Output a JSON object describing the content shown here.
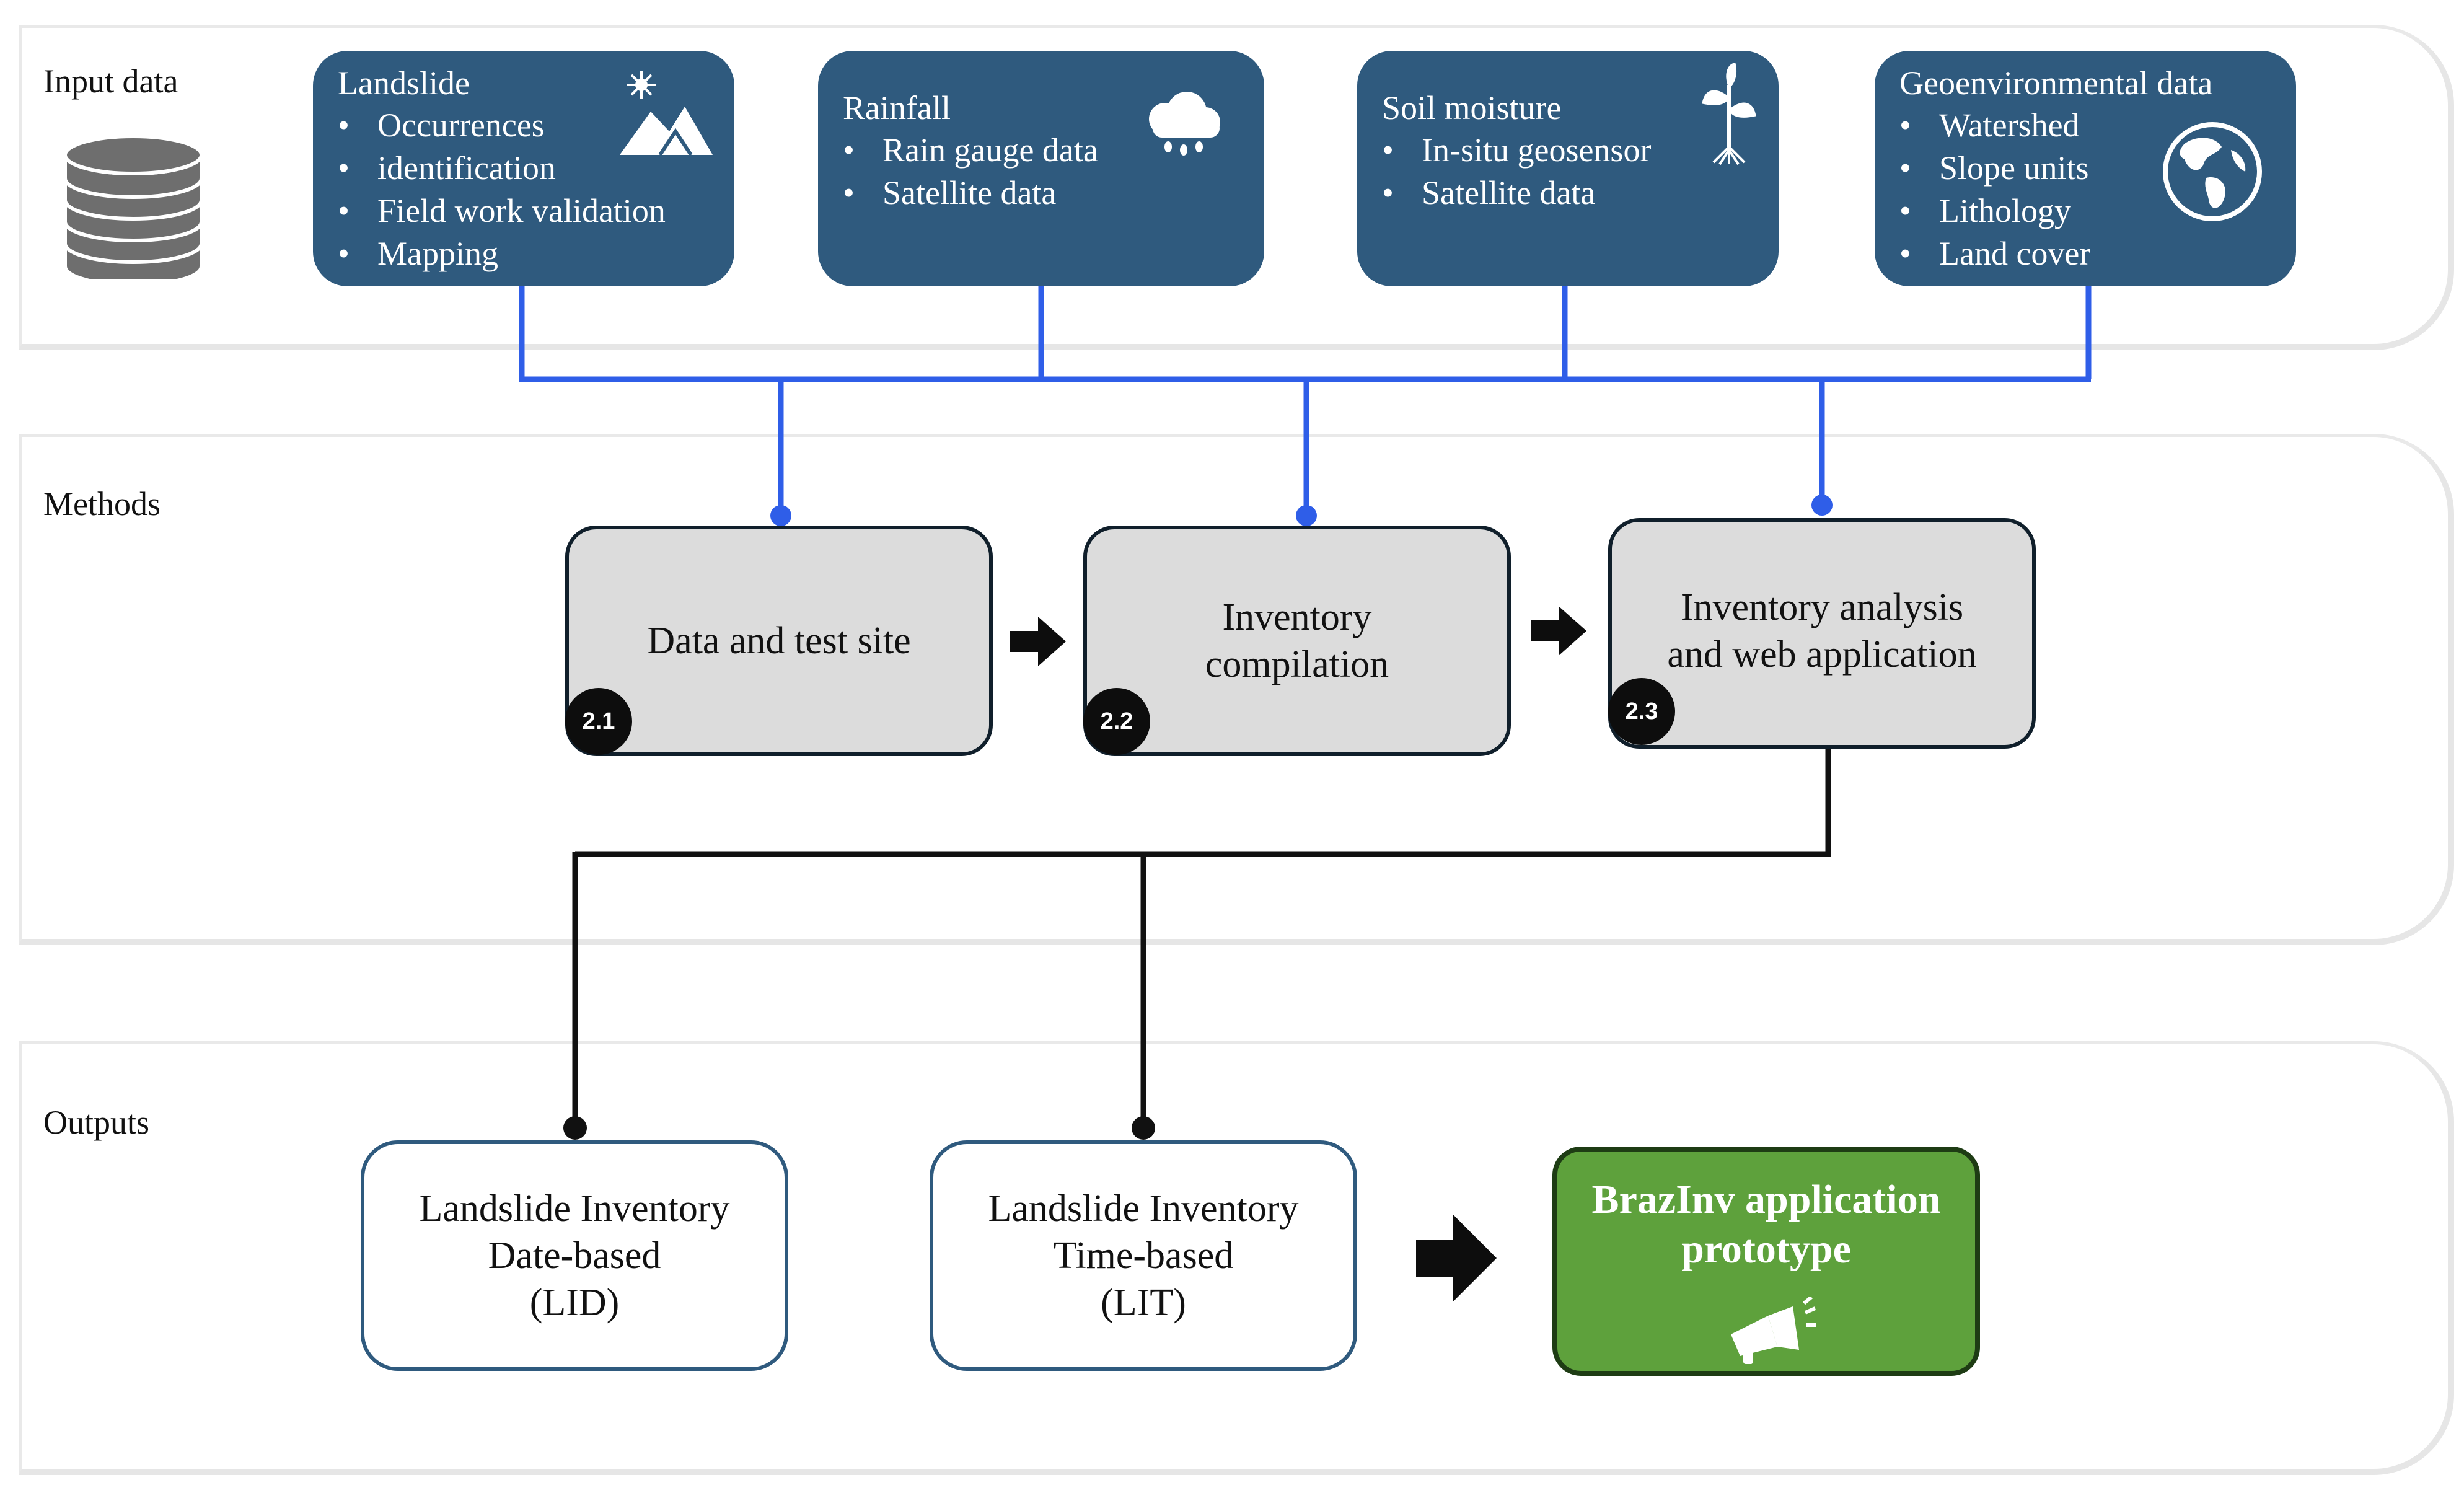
{
  "panels": {
    "input": "Input data",
    "methods": "Methods",
    "outputs": "Outputs"
  },
  "inputs": [
    {
      "title": "Landslide",
      "items": [
        "Occurrences",
        "identification",
        "Field work validation",
        "Mapping"
      ],
      "icon": "mountain-icon"
    },
    {
      "title": "Rainfall",
      "items": [
        "Rain gauge data",
        "Satellite data"
      ],
      "icon": "rain-cloud-icon"
    },
    {
      "title": "Soil moisture",
      "items": [
        "In-situ geosensor",
        "Satellite data"
      ],
      "icon": "plant-icon"
    },
    {
      "title": "Geoenvironmental data",
      "items": [
        "Watershed",
        "Slope units",
        "Lithology",
        "Land cover"
      ],
      "icon": "globe-icon"
    }
  ],
  "methods": [
    {
      "label": "Data and test site",
      "badge": "2.1"
    },
    {
      "label": "Inventory compilation",
      "badge": "2.2"
    },
    {
      "label": "Inventory analysis and web application",
      "badge": "2.3"
    }
  ],
  "outputs": [
    {
      "line1": "Landslide Inventory",
      "line2": "Date-based",
      "line3": "(LID)"
    },
    {
      "line1": "Landslide Inventory",
      "line2": "Time-based",
      "line3": "(LIT)"
    }
  ],
  "app": {
    "title": "BrazInv application prototype",
    "icon": "megaphone-icon"
  },
  "colors": {
    "input_box": "#2f5a7e",
    "connector": "#2f5ee8",
    "app_box": "#5ea13c",
    "method_box": "#dcdcdc"
  }
}
